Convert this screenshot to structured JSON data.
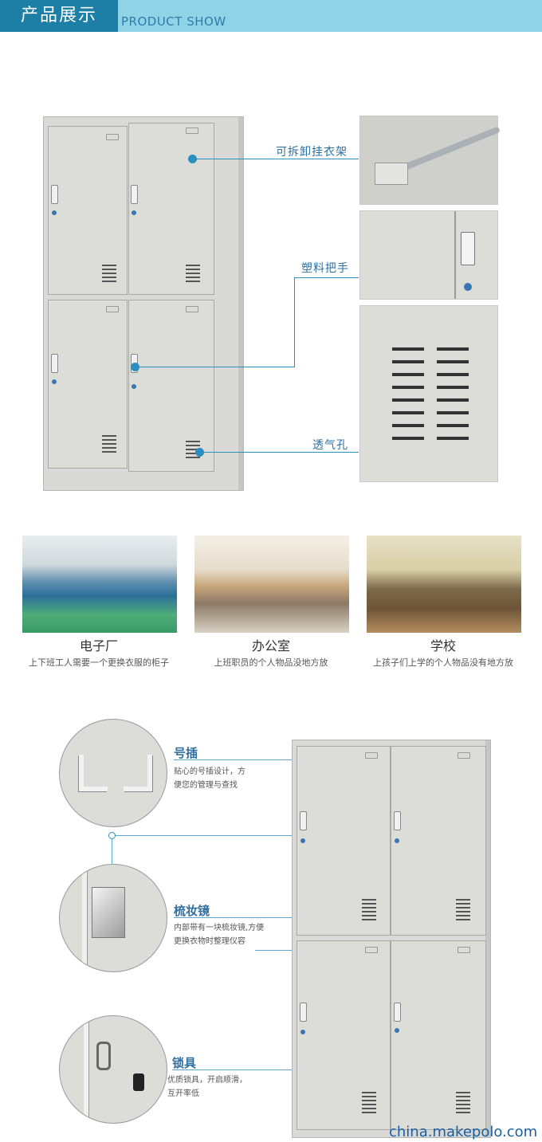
{
  "header": {
    "title_cn": "产品展示",
    "title_en": "PRODUCT SHOW"
  },
  "features_top": [
    {
      "label": "可拆卸挂衣架"
    },
    {
      "label": "塑料把手"
    },
    {
      "label": "透气孔"
    }
  ],
  "scenes": [
    {
      "title": "电子厂",
      "desc": "上下班工人需要一个更换衣服的柜子"
    },
    {
      "title": "办公室",
      "desc": "上班职员的个人物品没地方放"
    },
    {
      "title": "学校",
      "desc": "上孩子们上学的个人物品没有地方放"
    }
  ],
  "features_bottom": [
    {
      "title": "号插",
      "desc1": "贴心的号插设计，方",
      "desc2": "便您的管理与查找"
    },
    {
      "title": "梳妆镜",
      "desc1": "内部带有一块梳妆镜,方便",
      "desc2": "更换衣物时整理仪容"
    },
    {
      "title": "锁具",
      "desc1": "优质锁具，开启顺滑，",
      "desc2": "互开率低"
    }
  ],
  "watermark": "china.makepolo.com",
  "colors": {
    "accent": "#2b8fc0",
    "header_dark": "#1e7fa6",
    "header_light": "#8ed3e6"
  }
}
